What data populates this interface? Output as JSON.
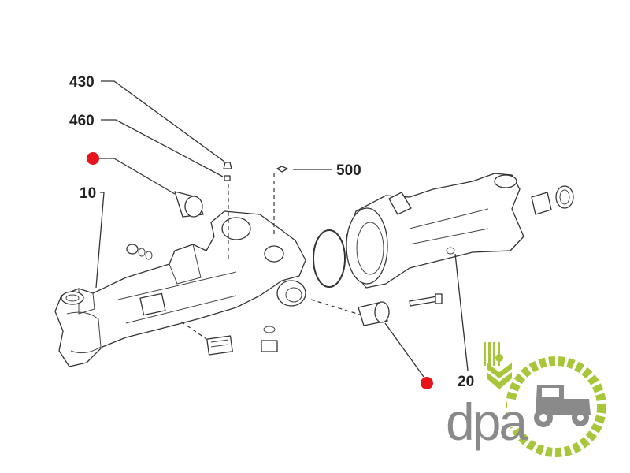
{
  "callouts": {
    "c430": "430",
    "c460": "460",
    "c500": "500",
    "c10": "10",
    "c20": "20"
  },
  "colors": {
    "marker": "#e8141c",
    "logo_green": "#a8c63a",
    "logo_gray": "#8a8a8a"
  },
  "logo": {
    "text": "dpa"
  }
}
